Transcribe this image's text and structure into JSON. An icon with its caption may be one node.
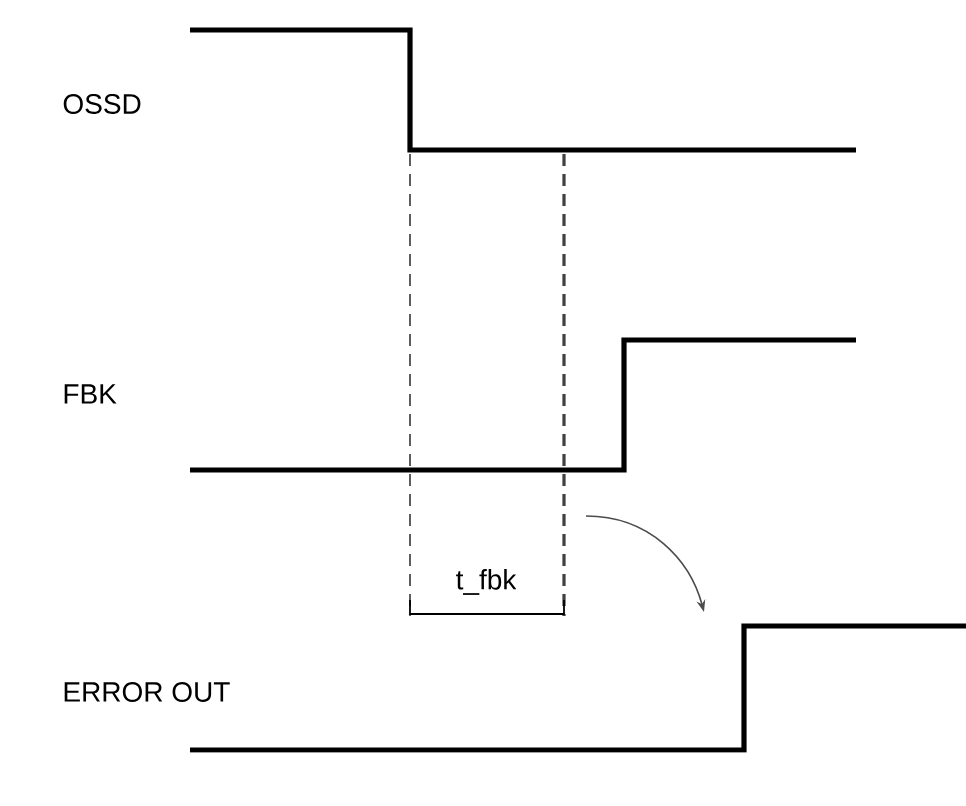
{
  "diagram": {
    "labels": [
      "OSSD",
      "FBK",
      "t_fbk",
      "ERROR OUT"
    ]
  }
}
